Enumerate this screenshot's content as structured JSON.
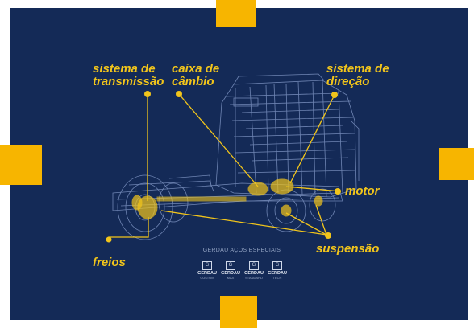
{
  "labels": {
    "transmissao": [
      "sistema de",
      "transmissão"
    ],
    "cambio": [
      "caixa de",
      "câmbio"
    ],
    "direcao": [
      "sistema de",
      "direção"
    ],
    "motor": "motor",
    "freios": "freios",
    "suspensao": "suspensão"
  },
  "brand": {
    "title": "GERDAU AÇOS ESPECIAIS",
    "logos": [
      {
        "name": "GERDAU",
        "sub": "CUSTOM"
      },
      {
        "name": "GERDAU",
        "sub": "MAX"
      },
      {
        "name": "GERDAU",
        "sub": "STANDARD"
      },
      {
        "name": "GERDAU",
        "sub": "TECH"
      }
    ]
  },
  "colors": {
    "background": "#142a57",
    "accent": "#f7b500",
    "label": "#f2c51b",
    "wireframe": "#7f95c4"
  }
}
